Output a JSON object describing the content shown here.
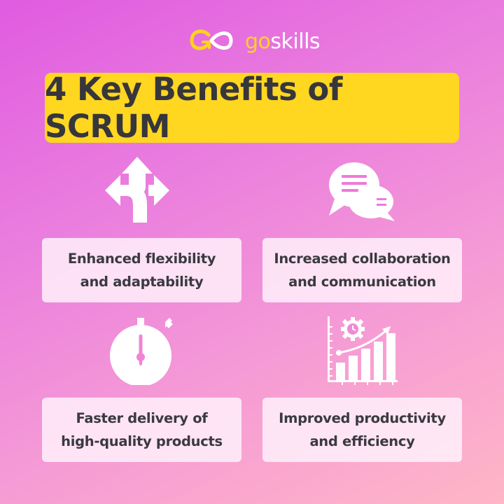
{
  "logo": {
    "icon": "infinity-loop-icon",
    "text_go": "go",
    "text_skills": "skills",
    "colors": {
      "go": "#ffd21f",
      "skills": "#ffffff"
    }
  },
  "header": {
    "title": "4 Key Benefits of SCRUM",
    "background": "#ffd620",
    "text_color": "#36363c"
  },
  "benefits": [
    {
      "icon": "direction-arrows-icon",
      "line1": "Enhanced flexibility",
      "line2": "and adaptability"
    },
    {
      "icon": "chat-bubbles-icon",
      "line1": "Increased collaboration",
      "line2": "and communication"
    },
    {
      "icon": "stopwatch-icon",
      "line1": "Faster delivery of",
      "line2": "high-quality products"
    },
    {
      "icon": "growth-chart-gear-icon",
      "line1": "Improved productivity",
      "line2": "and efficiency"
    }
  ],
  "theme": {
    "gradient_start": "#e05be0",
    "gradient_end": "#ffb6c6",
    "card_background": "#fdeaf7",
    "icon_color": "#ffffff"
  }
}
